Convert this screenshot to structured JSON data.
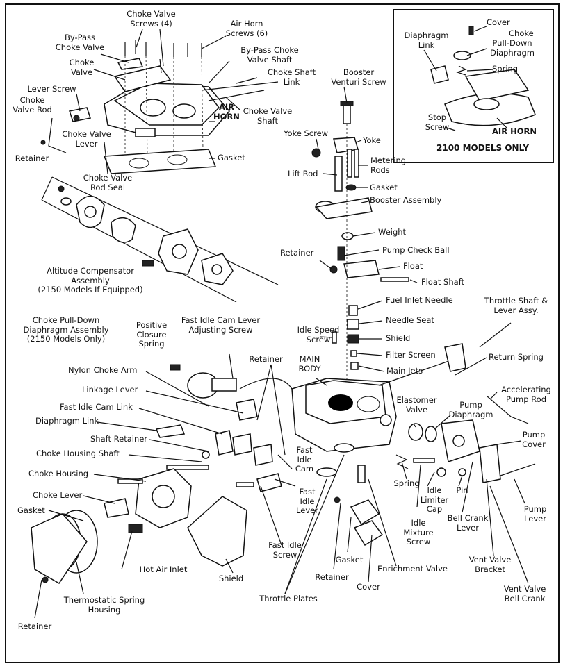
{
  "labels": {
    "choke_valve_screws": "Choke Valve\nScrews (4)",
    "air_horn_screws": "Air Horn\nScrews (6)",
    "by_pass_choke_valve": "By-Pass\nChoke Valve",
    "by_pass_choke_valve_shaft": "By-Pass Choke\nValve Shaft",
    "choke_valve": "Choke\nValve",
    "choke_shaft_link": "Choke Shaft\nLink",
    "lever_screw": "Lever Screw",
    "choke_valve_rod": "Choke\nValve Rod",
    "choke_valve_lever": "Choke Valve\nLever",
    "air_horn_main": "AIR\nHORN",
    "choke_valve_shaft": "Choke Valve\nShaft",
    "retainer_top": "Retainer",
    "gasket_top": "Gasket",
    "choke_valve_rod_seal": "Choke Valve\nRod Seal",
    "booster_venturi_screw": "Booster\nVenturi Screw",
    "yoke_screw": "Yoke Screw",
    "yoke": "Yoke",
    "metering_rods": "Metering\nRods",
    "lift_rod": "Lift Rod",
    "gasket_mid": "Gasket",
    "booster_assembly": "Booster Assembly",
    "weight": "Weight",
    "retainer_mid": "Retainer",
    "pump_check_ball": "Pump Check Ball",
    "float": "Float",
    "float_shaft": "Float Shaft",
    "fuel_inlet_needle": "Fuel Inlet Needle",
    "needle_seat": "Needle Seat",
    "idle_speed_screw": "Idle Speed\nScrew",
    "shield_mid": "Shield",
    "filter_screen": "Filter Screen",
    "main_jets": "Main Jets",
    "altitude_compensator": "Altitude Compensator\nAssembly\n(2150 Models If Equipped)",
    "choke_pull_down_assembly": "Choke Pull-Down\nDiaphragm Assembly\n(2150 Models Only)",
    "positive_closure_spring": "Positive\nClosure\nSpring",
    "fast_idle_cam_lever_adjusting_screw": "Fast Idle Cam Lever\nAdjusting Screw",
    "retainer_left": "Retainer",
    "main_body": "MAIN\nBODY",
    "throttle_shaft_lever": "Throttle Shaft &\nLever Assy.",
    "return_spring": "Return Spring",
    "nylon_choke_arm": "Nylon Choke Arm",
    "linkage_lever": "Linkage Lever",
    "fast_idle_cam_link": "Fast Idle Cam Link",
    "diaphragm_link": "Diaphragm Link",
    "shaft_retainer": "Shaft Retainer",
    "choke_housing_shaft": "Choke Housing Shaft",
    "choke_housing": "Choke Housing",
    "choke_lever": "Choke Lever",
    "gasket_left": "Gasket",
    "hot_air_inlet": "Hot Air Inlet",
    "thermostatic_spring_housing": "Thermostatic Spring\nHousing",
    "retainer_bottom": "Retainer",
    "shield_bottom": "Shield",
    "fast_idle_cam": "Fast\nIdle\nCam",
    "fast_idle_lever": "Fast\nIdle\nLever",
    "fast_idle_screw": "Fast Idle\nScrew",
    "throttle_plates": "Throttle Plates",
    "retainer_bottom2": "Retainer",
    "gasket_bottom": "Gasket",
    "cover_bottom": "Cover",
    "enrichment_valve": "Enrichment Valve",
    "elastomer_valve": "Elastomer\nValve",
    "pump_diaphragm": "Pump\nDiaphragm",
    "accelerating_pump_rod": "Accelerating\nPump Rod",
    "pump_cover": "Pump\nCover",
    "spring_bottom": "Spring",
    "idle_limiter_cap": "Idle\nLimiter\nCap",
    "pin": "Pin",
    "idle_mixture_screw": "Idle\nMixture\nScrew",
    "bell_crank_lever": "Bell Crank\nLever",
    "pump_lever": "Pump\nLever",
    "vent_valve_bracket": "Vent Valve\nBracket",
    "vent_valve_bell_crank": "Vent Valve\nBell Crank"
  },
  "inset": {
    "cover": "Cover",
    "choke": "Choke",
    "pull_down_diaphragm": "Pull-Down\nDiaphragm",
    "diaphragm_link": "Diaphragm\nLink",
    "spring": "Spring",
    "stop_screw": "Stop\nScrew",
    "air_horn": "AIR HORN",
    "title": "2100 MODELS ONLY"
  }
}
